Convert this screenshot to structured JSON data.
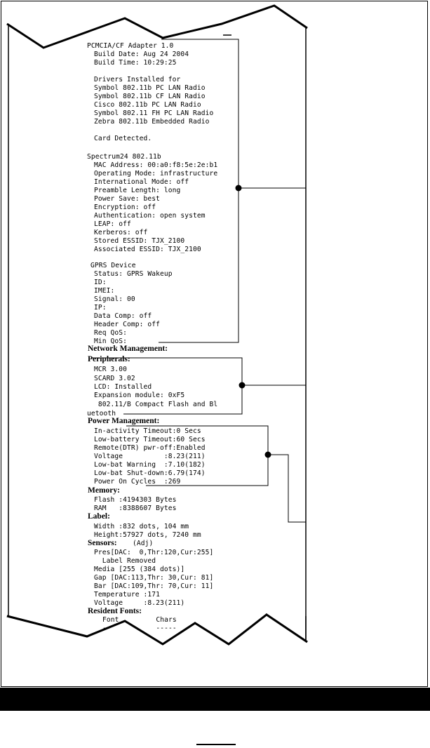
{
  "receipt": {
    "adapter": {
      "heading": "PCMCIA/CF Adapter 1.0",
      "lines": [
        "Build Date: Aug 24 2004",
        "Build Time: 10:29:25",
        "",
        "Drivers Installed for",
        "Symbol 802.11b PC LAN Radio",
        "Symbol 802.11b CF LAN Radio",
        "Cisco 802.11b PC LAN Radio",
        "Symbol 802.11 FH PC LAN Radio",
        "Zebra 802.11b Embedded Radio",
        "",
        "Card Detected."
      ]
    },
    "spectrum": {
      "heading": "Spectrum24 802.11b",
      "lines": [
        "MAC Address: 00:a0:f8:5e:2e:b1",
        "Operating Mode: infrastructure",
        "International Mode: off",
        "Preamble Length: long",
        "Power Save: best",
        "Encryption: off",
        "Authentication: open system",
        "LEAP: off",
        "Kerberos: off",
        "Stored ESSID: TJX_2100",
        "Associated ESSID: TJX_2100"
      ]
    },
    "gprs": {
      "heading": "GPRS Device",
      "lines": [
        "Status: GPRS Wakeup",
        "ID:",
        "IMEI:",
        "Signal: 00",
        "IP:",
        "Data Comp: off",
        "Header Comp: off",
        "Req QoS:",
        "Min QoS:"
      ]
    },
    "network": {
      "heading": "Network Management:"
    },
    "peripherals": {
      "heading": "Peripherals:",
      "lines": [
        "MCR 3.00",
        "SCARD 3.02",
        "LCD: Installed",
        "Expansion module: 0xF5",
        " 802.11/B Compact Flash and Bl",
        "uetooth"
      ]
    },
    "power": {
      "heading": "Power Management:",
      "lines": [
        "In-activity Timeout:0 Secs",
        "Low-battery Timeout:60 Secs",
        "Remote(DTR) pwr-off:Enabled",
        "Voltage          :8.23(211)",
        "Low-bat Warning  :7.10(182)",
        "Low-bat Shut-down:6.79(174)",
        "Power On Cycles  :269"
      ]
    },
    "memory": {
      "heading": "Memory:",
      "lines": [
        "Flash :4194303 Bytes",
        "RAM   :8388607 Bytes"
      ]
    },
    "label": {
      "heading": "Label:",
      "lines": [
        "Width :832 dots, 104 mm",
        "Height:57927 dots, 7240 mm"
      ]
    },
    "sensors": {
      "heading": "Sensors:",
      "heading_suffix": "(Adj)",
      "lines": [
        "Pres[DAC:  0,Thr:120,Cur:255]",
        "  Label Removed",
        "Media [255 (384 dots)]",
        "Gap [DAC:113,Thr: 30,Cur: 81]",
        "Bar [DAC:109,Thr: 70,Cur: 11]",
        "Temperature :171",
        "Voltage     :8.23(211)"
      ]
    },
    "fonts": {
      "heading": "Resident Fonts:",
      "lines": [
        "Font         Chars",
        "----         -----"
      ]
    }
  }
}
